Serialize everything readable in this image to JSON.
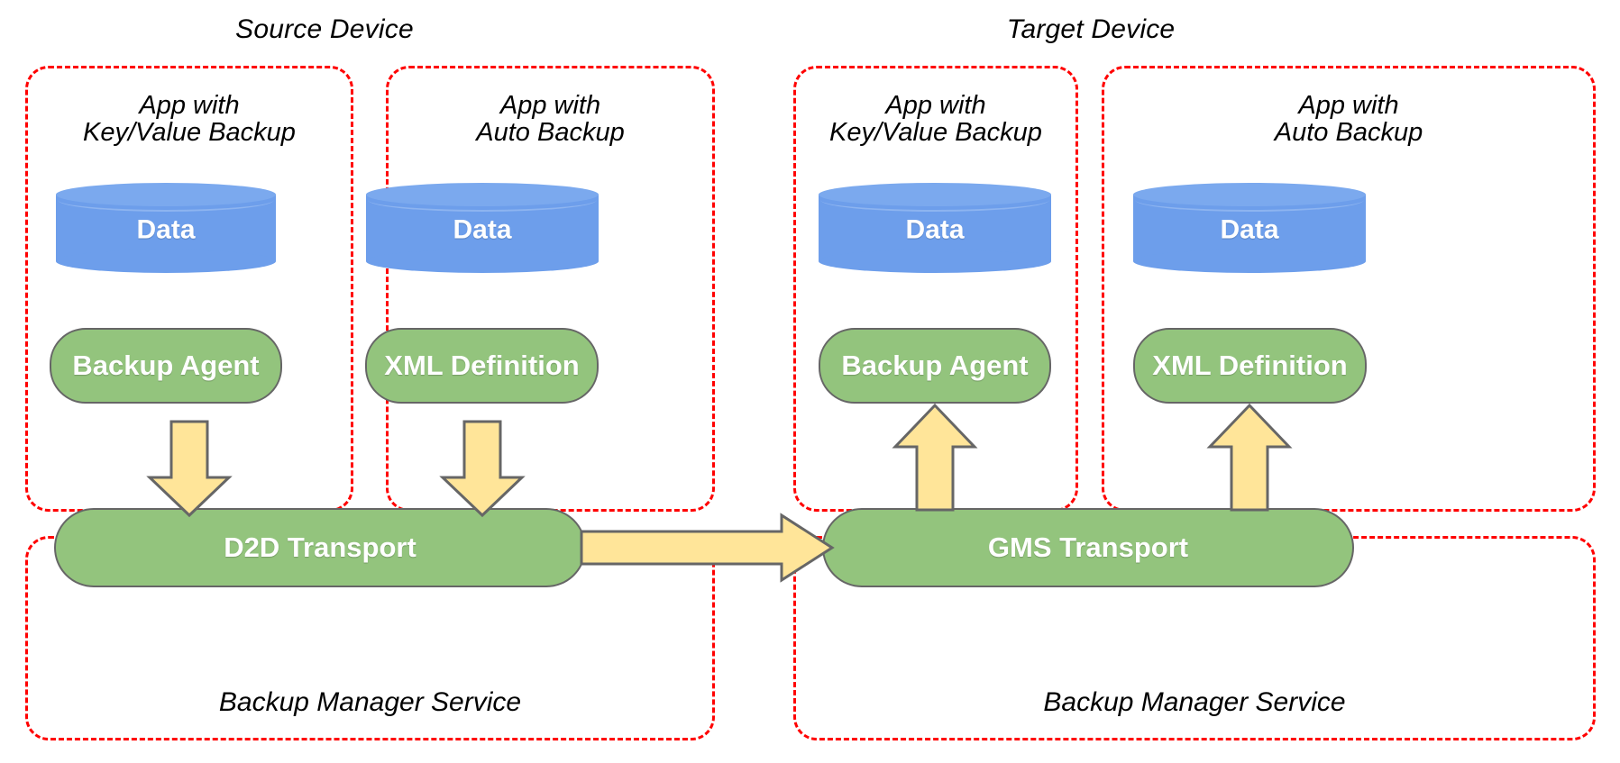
{
  "diagram": {
    "title_source": "Source Device",
    "title_target": "Target Device",
    "colors": {
      "dashed_border": "#ff0000",
      "cylinder_fill": "#6d9eeb",
      "pill_fill": "#93c47d",
      "pill_stroke": "#666666",
      "arrow_fill": "#ffe599",
      "arrow_stroke": "#666666",
      "text_on_shape": "#ffffff",
      "text_plain": "#000000"
    },
    "devices": [
      {
        "name": "Source Device",
        "apps": [
          {
            "caption_line1": "App with",
            "caption_line2": "Key/Value Backup",
            "data_label": "Data",
            "component_label": "Backup Agent"
          },
          {
            "caption_line1": "App with",
            "caption_line2": "Auto Backup",
            "data_label": "Data",
            "component_label": "XML Definition"
          }
        ],
        "service": {
          "transport_label": "D2D Transport",
          "caption": "Backup Manager Service"
        }
      },
      {
        "name": "Target Device",
        "apps": [
          {
            "caption_line1": "App with",
            "caption_line2": "Key/Value Backup",
            "data_label": "Data",
            "component_label": "Backup Agent"
          },
          {
            "caption_line1": "App with",
            "caption_line2": "Auto Backup",
            "data_label": "Data",
            "component_label": "XML Definition"
          }
        ],
        "service": {
          "transport_label": "GMS Transport",
          "caption": "Backup Manager Service"
        }
      }
    ],
    "arrows": [
      {
        "id": "src-app1-to-d2d",
        "direction": "down",
        "from": "Backup Agent",
        "to": "D2D Transport"
      },
      {
        "id": "src-app2-to-d2d",
        "direction": "down",
        "from": "XML Definition",
        "to": "D2D Transport"
      },
      {
        "id": "d2d-to-gms",
        "direction": "right",
        "from": "D2D Transport",
        "to": "GMS Transport"
      },
      {
        "id": "gms-to-tgt-app1",
        "direction": "up",
        "from": "GMS Transport",
        "to": "Backup Agent"
      },
      {
        "id": "gms-to-tgt-app2",
        "direction": "up",
        "from": "GMS Transport",
        "to": "XML Definition"
      }
    ]
  }
}
